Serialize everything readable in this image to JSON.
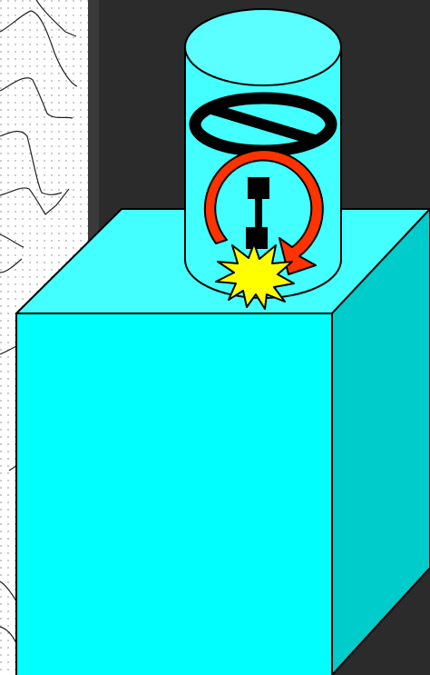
{
  "colors": {
    "background_dark": "#2b2b2b",
    "background_band": "#3a3a3a",
    "paper": "#ffffff",
    "grid_dots": "#7a7a7a",
    "trace": "#222222",
    "cube_front": "#00ffff",
    "cube_top": "#44ffff",
    "cube_side": "#00cccc",
    "glass": "#44ffff",
    "outline": "#000000",
    "arrow": "#ff3300",
    "spark": "#ffff00"
  },
  "icons": {
    "paper_strip": "chart-recording-strip",
    "cube": "cube-pedestal",
    "glass": "glass-cylinder",
    "prohibition": "no-sign-icon",
    "rotation": "rotation-arrow-icon",
    "dumbbell": "dumbbell-molecule-icon",
    "spark": "spark-burst-icon"
  }
}
